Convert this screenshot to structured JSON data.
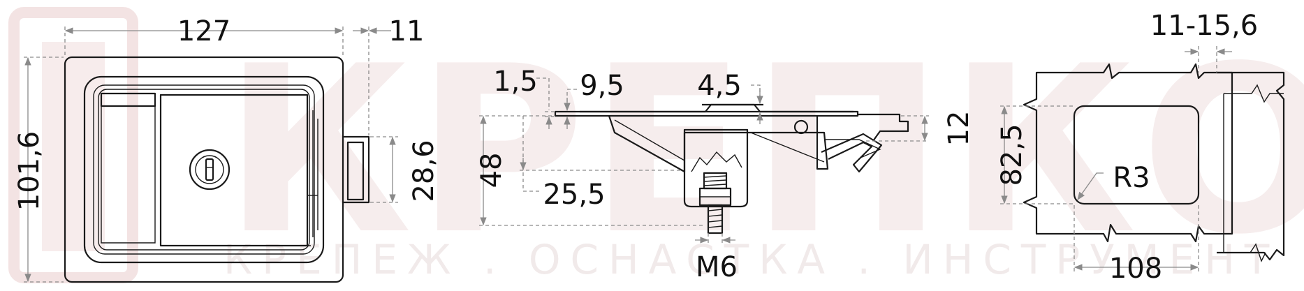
{
  "watermark": {
    "brand": "КРЕПКОМ",
    "tagline": "КРЕПЕЖ . ОСНАСТКА . ИНСТРУМЕНТ",
    "accent_color": "#e8c9c9"
  },
  "colors": {
    "outline": "#1a1a1a",
    "dimension": "#8a8a8a",
    "text": "#111111"
  },
  "front_view": {
    "width": "127",
    "offset": "11",
    "height": "101,6",
    "latch_height": "28,6"
  },
  "side_view": {
    "plate": "1,5",
    "depth_small": "9,5",
    "tab": "4,5",
    "height": "48",
    "body_depth": "25,5",
    "flange": "12",
    "thread": "M6"
  },
  "cutout_view": {
    "thickness": "11-15,6",
    "height": "82,5",
    "radius": "R3",
    "width": "108"
  }
}
